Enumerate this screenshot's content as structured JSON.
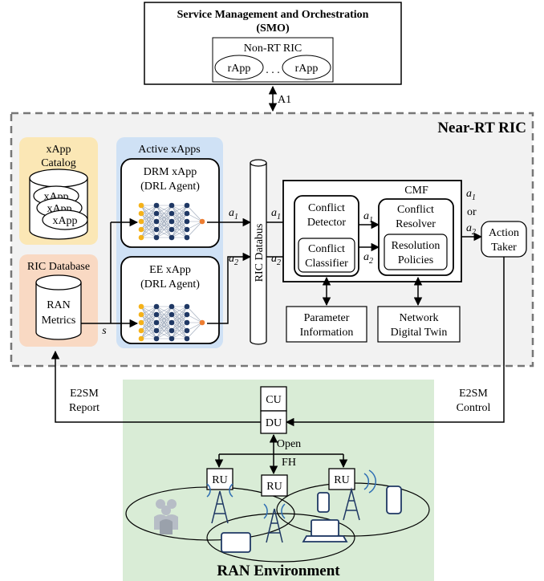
{
  "smo": {
    "title_line1": "Service Management and Orchestration",
    "title_line2": "(SMO)",
    "nonrt_title": "Non-RT RIC",
    "rapp_left": "rApp",
    "rapp_right": "rApp",
    "dots": ". . ."
  },
  "a1_label": "A1",
  "near_rt": {
    "title": "Near-RT RIC",
    "catalog_line1": "xApp",
    "catalog_line2": "Catalog",
    "catalog_items": [
      "xApp",
      "xApp",
      "xApp"
    ],
    "ric_database_title": "RIC Database",
    "ran_metrics_line1": "RAN",
    "ran_metrics_line2": "Metrics",
    "state_label": "s",
    "active_title": "Active xApps",
    "drm_line1": "DRM xApp",
    "drm_line2": "(DRL Agent)",
    "ee_line1": "EE xApp",
    "ee_line2": "(DRL Agent)",
    "databus": "RIC Databus",
    "a1_main": "a",
    "a1_sub": "1",
    "a2_main": "a",
    "a2_sub": "2",
    "cmf_title": "CMF",
    "detector_line1": "Conflict",
    "detector_line2": "Detector",
    "classifier_line1": "Conflict",
    "classifier_line2": "Classifier",
    "resolver_line1": "Conflict",
    "resolver_line2": "Resolver",
    "policies_line1": "Resolution",
    "policies_line2": "Policies",
    "or_label": "or",
    "action_line1": "Action",
    "action_line2": "Taker",
    "param_line1": "Parameter",
    "param_line2": "Information",
    "twin_line1": "Network",
    "twin_line2": "Digital Twin"
  },
  "e2sm_report_line1": "E2SM",
  "e2sm_report_line2": "Report",
  "e2sm_control_line1": "E2SM",
  "e2sm_control_line2": "Control",
  "ran": {
    "cu": "CU",
    "du": "DU",
    "open_fh_line1": "Open",
    "open_fh_line2": "FH",
    "ru_left": "RU",
    "ru_mid": "RU",
    "ru_right": "RU",
    "title": "RAN Environment"
  },
  "colors": {
    "catalog_bg": "#fbe7b5",
    "database_bg": "#f9d9c3",
    "active_bg": "#cfe1f5",
    "nearrt_bg": "#f2f2f2",
    "ran_bg": "#d9ecd6",
    "node_yellow": "#f5b21a",
    "node_navy": "#1f3864",
    "node_orange": "#ed7d31"
  }
}
